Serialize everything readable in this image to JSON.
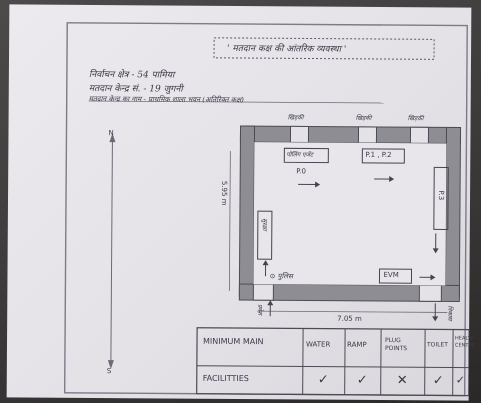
{
  "doc": {
    "title": "' मतदान कक्ष की आंतरिक व्यवस्था '",
    "info_lines": [
      "निर्वाचन क्षेत्र - 54 पामिया",
      "मतदान केन्द्र सं. - 19 जुगनी",
      "मतदान केन्द्र का नाम - प्राथमिक शाला भवन (अतिरिक्त कक्ष)"
    ]
  },
  "plan": {
    "north": "N",
    "south": "S",
    "windows": [
      "खिड़की",
      "खिड़की",
      "खिड़की"
    ],
    "boxes": {
      "polling_agents": "पोलिंग एजेंट",
      "p0": "P.0",
      "p1p2": "P.1 , P.2",
      "p3": "P.3",
      "evm": "EVM",
      "screen": "सुरक्षा",
      "entry": "प्रवेश",
      "exit": "निकास"
    },
    "police_label": "⊙ पुलिस",
    "height": "5.95 m",
    "width": "7.05 m"
  },
  "facilities": {
    "heading": [
      "MINIMUM MAIN",
      "FACILITTIES"
    ],
    "columns": [
      "WATER",
      "RAMP",
      "PLUG POINTS",
      "TOILET",
      "HEALTH CENTRE"
    ],
    "marks": [
      "✓",
      "✓",
      "✕",
      "✓",
      "✓"
    ]
  }
}
